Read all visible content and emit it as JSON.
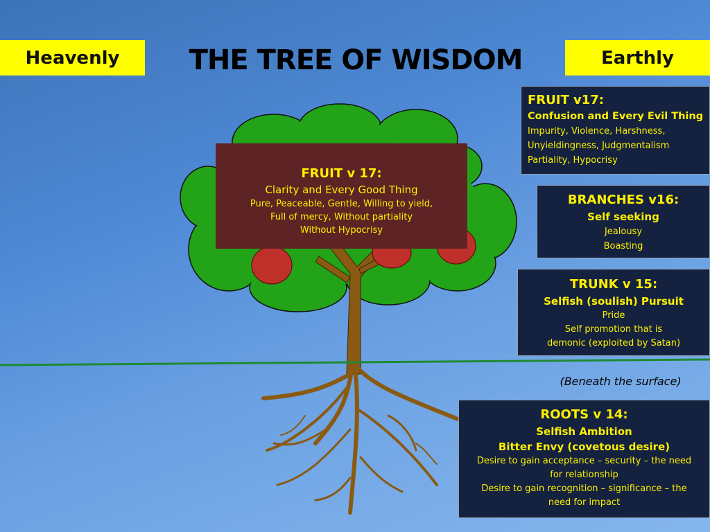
{
  "header": {
    "title": "THE TREE OF WISDOM",
    "left_tag": "Heavenly",
    "right_tag": "Earthly"
  },
  "surface_note": "(Beneath the surface)",
  "heavenly_fruit": {
    "heading": "FRUIT v 17:",
    "subheading": "Clarity and Every Good Thing",
    "lines": [
      "Pure, Peaceable, Gentle, Willing to yield,",
      "Full of mercy, Without partiality",
      "Without Hypocrisy"
    ]
  },
  "earthly": {
    "fruit": {
      "heading": "FRUIT v17:",
      "subheading": "Confusion and Every Evil Thing",
      "lines": [
        "Impurity, Violence, Harshness,",
        "Unyieldingness, Judgmentalism",
        "Partiality, Hypocrisy"
      ]
    },
    "branches": {
      "heading": "BRANCHES v16:",
      "subheading": "Self seeking",
      "lines": [
        "Jealousy",
        "Boasting"
      ]
    },
    "trunk": {
      "heading": "TRUNK v 15:",
      "subheading": "Selfish (soulish) Pursuit",
      "lines": [
        "Pride",
        "Self promotion that is",
        "demonic (exploited by Satan)"
      ]
    },
    "roots": {
      "heading": "ROOTS v 14:",
      "subheadings": [
        "Selfish Ambition",
        "Bitter Envy (covetous desire)"
      ],
      "lines": [
        "Desire to gain acceptance – security – the need",
        "for relationship",
        "Desire to gain recognition – significance – the",
        "need for impact"
      ]
    }
  },
  "colors": {
    "tag_yellow": "#ffff00",
    "heading_yellow": "#fff000",
    "box_navy": "#14223f",
    "box_maroon": "#5e2324",
    "foliage_green": "#22a318",
    "trunk_brown": "#8a5a12",
    "apple_red": "#c0302a",
    "ground_line": "#1e8a32"
  }
}
